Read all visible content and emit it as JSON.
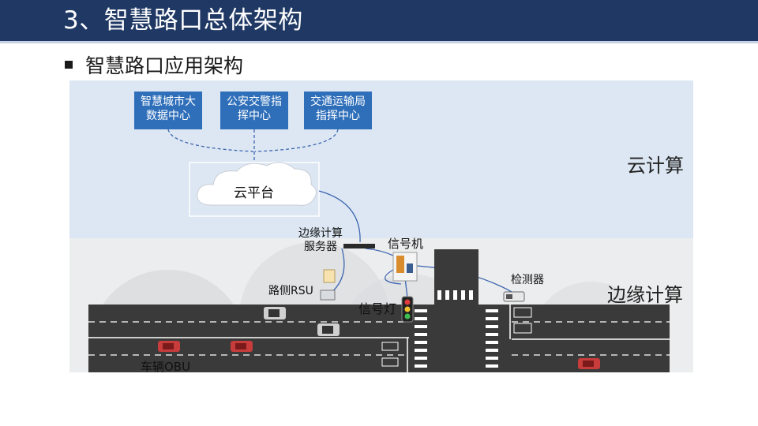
{
  "header": {
    "title": "3、智慧路口总体架构",
    "subtitle": "智慧路口应用架构"
  },
  "diagram": {
    "centers": [
      {
        "label": "智慧城市大数据中心"
      },
      {
        "label": "公安交警指挥中心"
      },
      {
        "label": "交通运输局指挥中心"
      }
    ],
    "cloud_platform": "云平台",
    "layer_cloud": "云计算",
    "layer_edge": "边缘计算",
    "edge_server": "边缘计算服务器",
    "signal_controller": "信号机",
    "detector": "检测器",
    "roadside_rsu": "路侧RSU",
    "traffic_light": "信号灯",
    "vehicle_obu": "车辆OBU"
  },
  "colors": {
    "title_bar": "#1f3864",
    "center_box": "#2f6fba",
    "cloud_bg": "#dce7f3",
    "road": "#3a3a3a",
    "link": "#3e66b0"
  }
}
